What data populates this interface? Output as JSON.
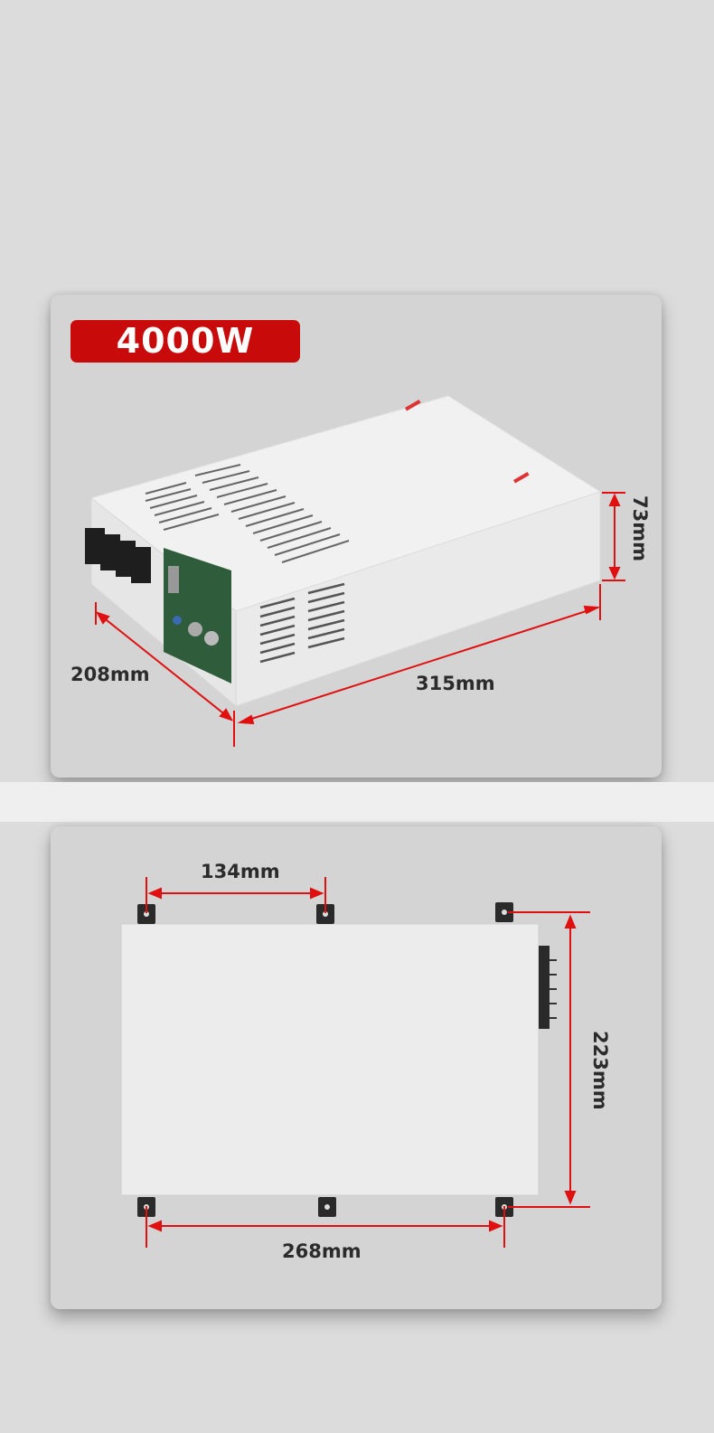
{
  "product": {
    "power_badge": "4000W",
    "badge_color": "#c80a0a",
    "dimension_line_color": "#e01010"
  },
  "view_3d": {
    "dimensions": {
      "depth": "208mm",
      "length": "315mm",
      "height": "73mm"
    }
  },
  "view_top": {
    "dimensions": {
      "hole_spacing_top": "134mm",
      "hole_spacing_bottom": "268mm",
      "hole_spacing_vertical": "223mm"
    }
  }
}
